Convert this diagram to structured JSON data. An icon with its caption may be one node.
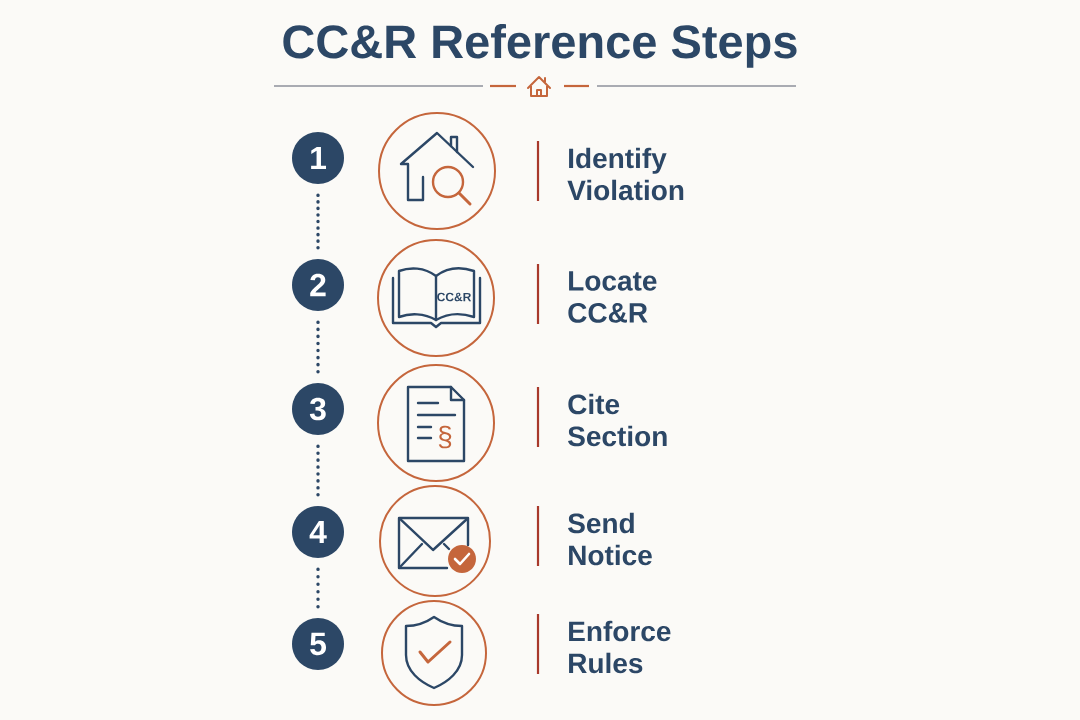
{
  "diagram": {
    "title": "CC&R Reference Steps",
    "nodes": [
      {
        "text": [
          "1"
        ]
      },
      {
        "text": [],
        "shape": "circle",
        "beside": [
          "Identify Violation"
        ]
      },
      {
        "text": [
          "2"
        ]
      },
      {
        "text": [
          "CC&R"
        ],
        "beside": [
          "Locate CC&R"
        ]
      },
      {
        "text": [
          "3"
        ]
      },
      {
        "text": [
          "§"
        ],
        "beside": [
          "Cite Section"
        ]
      },
      {
        "text": [
          "4"
        ]
      },
      {
        "text": [],
        "shape": "circle",
        "beside": [
          "Send Notice"
        ]
      },
      {
        "text": [
          "5"
        ]
      },
      {
        "text": [],
        "shape": "circle",
        "beside": [
          "Enforce Rules"
        ]
      }
    ],
    "edges": [
      {
        "from": 0,
        "to": 2,
        "arrow": "none"
      },
      {
        "from": 2,
        "to": 4,
        "arrow": "none"
      },
      {
        "from": 4,
        "to": 6,
        "arrow": "none"
      },
      {
        "from": 6,
        "to": 8,
        "arrow": "none"
      }
    ]
  }
}
